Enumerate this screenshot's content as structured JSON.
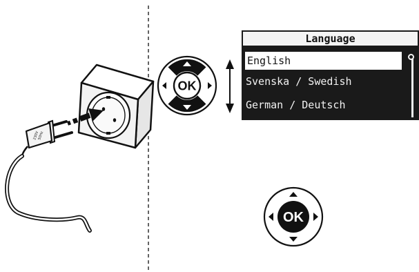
{
  "language_screen": {
    "title": "Language",
    "items": [
      {
        "label": "English",
        "selected": true
      },
      {
        "label": "Svenska / Swedish",
        "selected": false
      },
      {
        "label": "German / Deutsch",
        "selected": false
      }
    ]
  },
  "keypad": {
    "ok_label": "OK"
  },
  "plug_labels": {
    "line1": "230V",
    "line2": "50Hz"
  },
  "icons": [
    "power-plug-icon",
    "wall-socket-icon",
    "insert-arrow-icon",
    "up-down-arrow-icon"
  ],
  "colors": {
    "lcd_background": "#1a1a1a",
    "lcd_text": "#f2f2f2",
    "outline": "#111111",
    "socket_face": "#f3f3f3"
  }
}
